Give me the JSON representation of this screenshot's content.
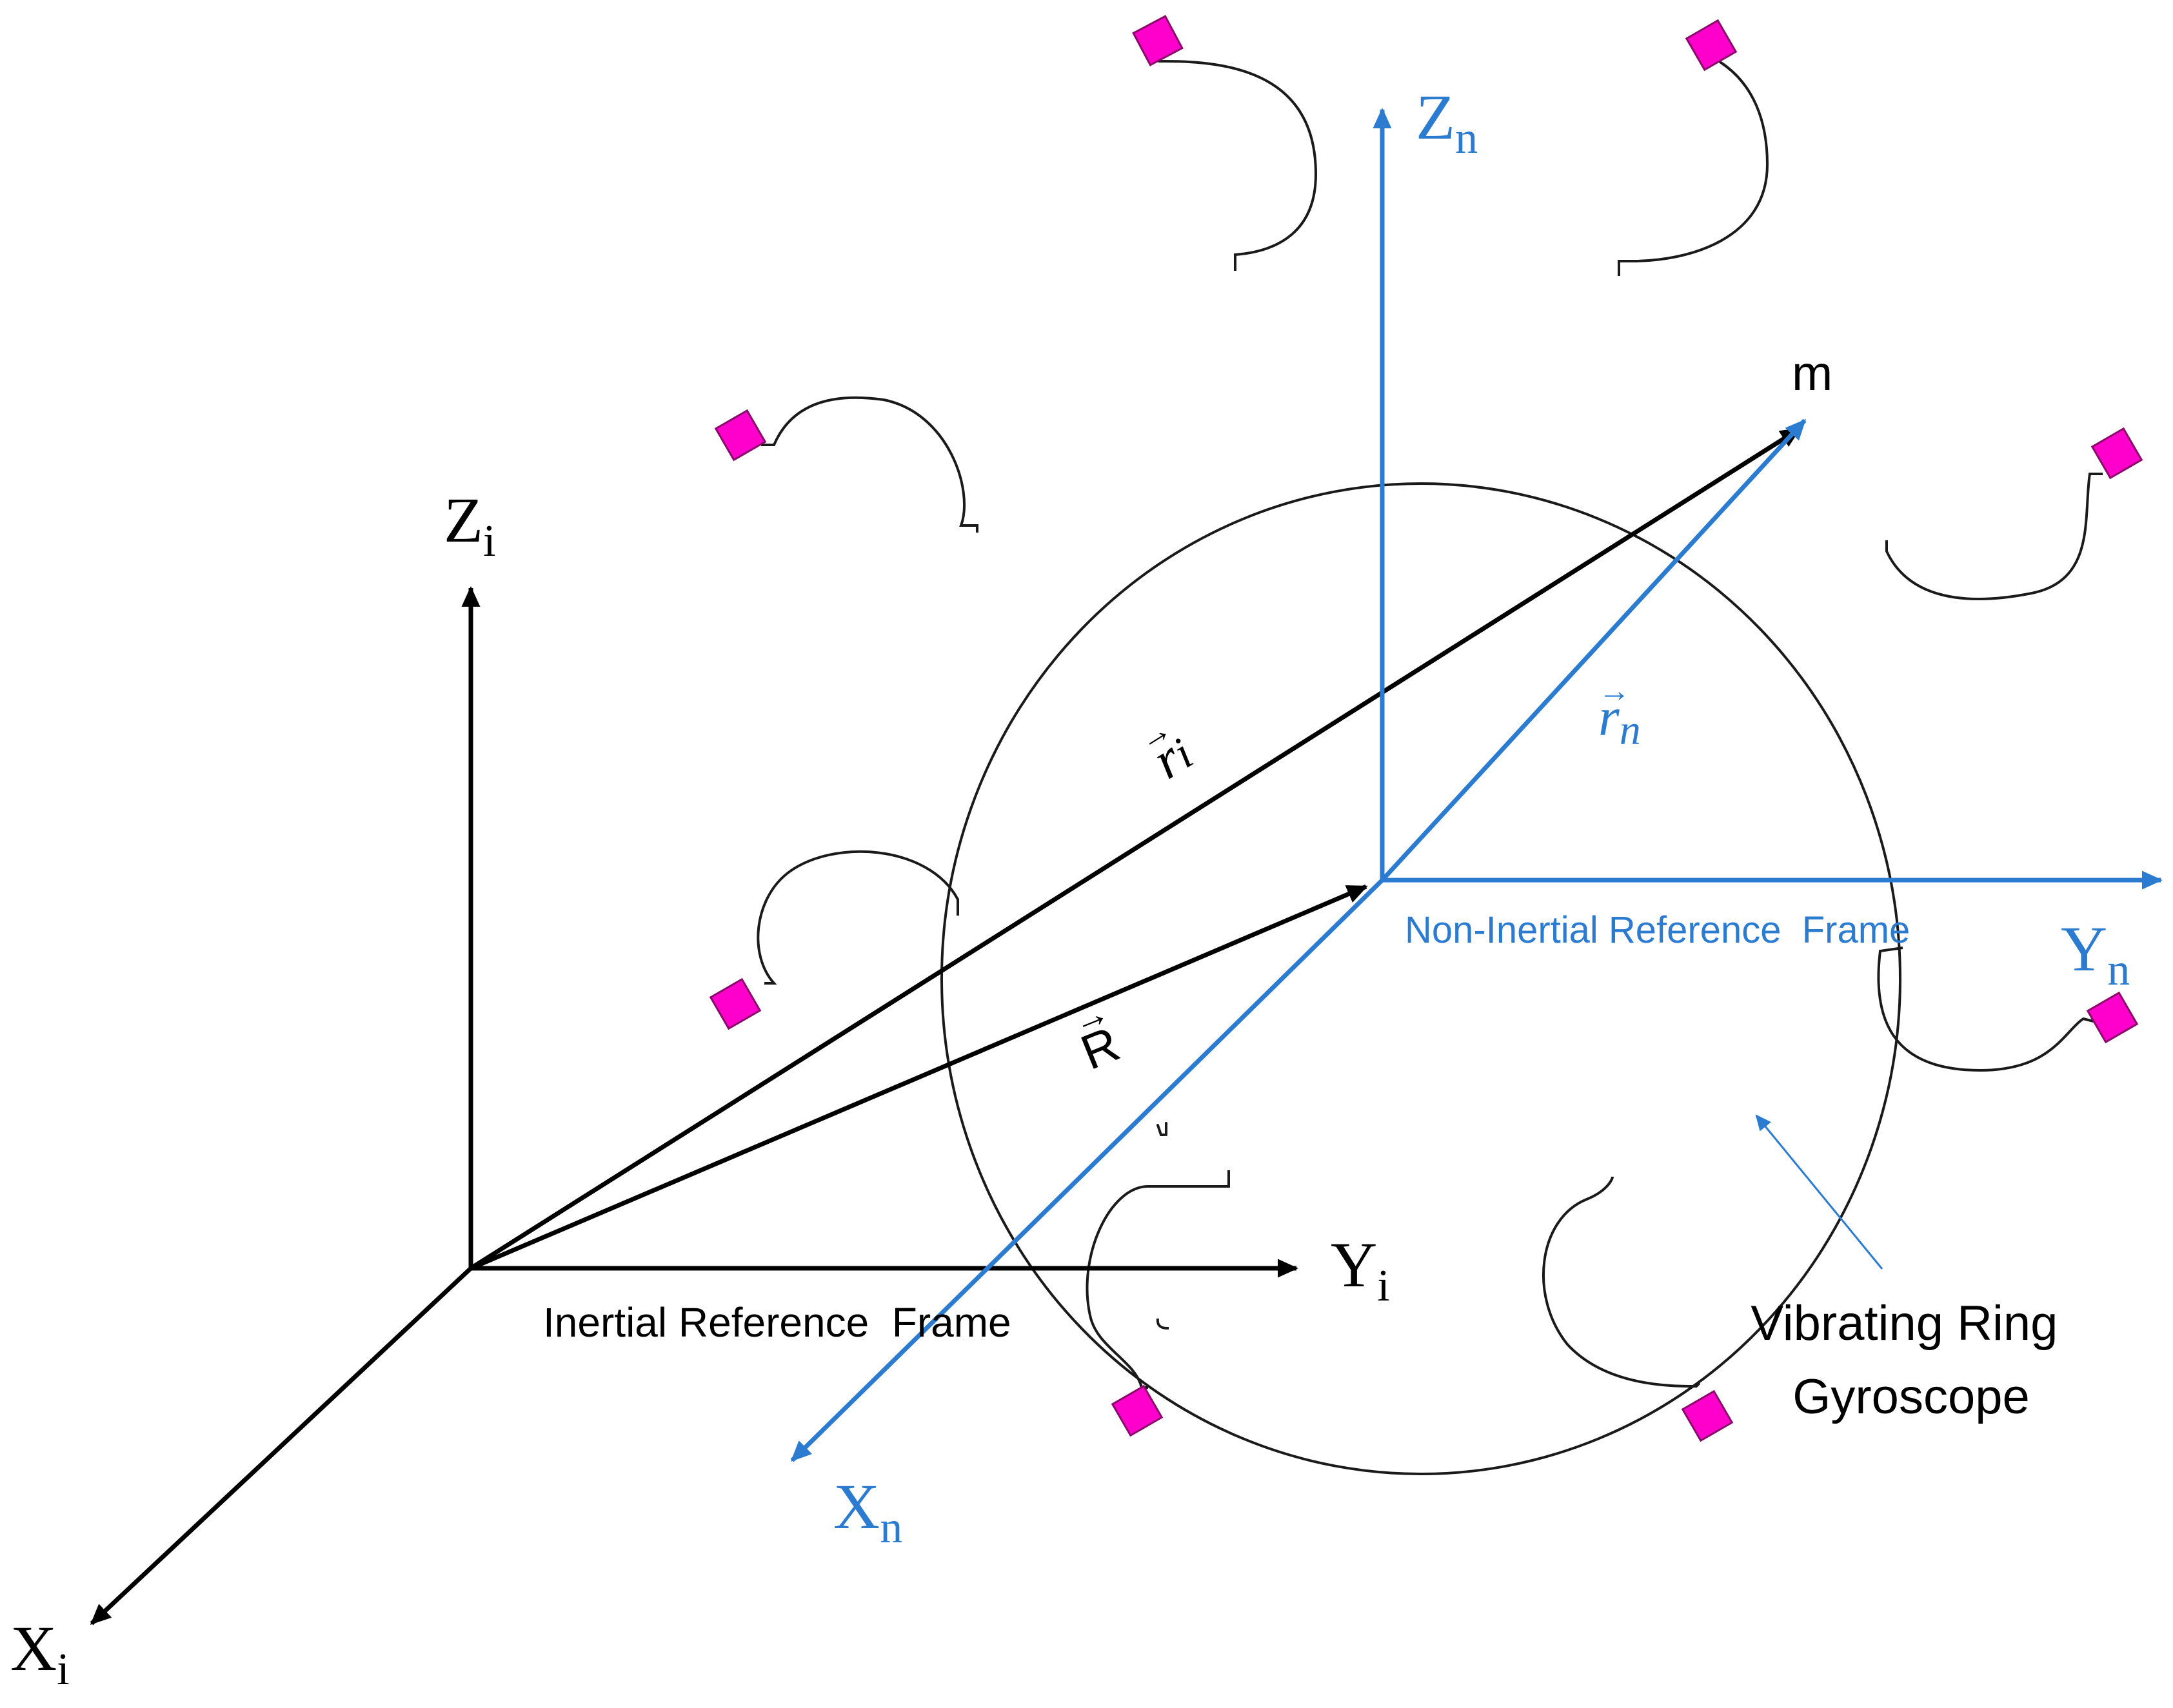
{
  "colors": {
    "inertial": "#000000",
    "non_inertial": "#2b7bd0",
    "ring": "#1a1a1a",
    "anchor": "#ff00cc"
  },
  "mass_label": "m",
  "inertial_frame": {
    "label": "Inertial Reference  Frame",
    "x_axis": {
      "letter": "X",
      "sub": "i"
    },
    "y_axis": {
      "letter": "Y",
      "sub": "i"
    },
    "z_axis": {
      "letter": "Z",
      "sub": "i"
    }
  },
  "non_inertial_frame": {
    "label": "Non-Inertial Reference  Frame",
    "x_axis": {
      "letter": "X",
      "sub": "n"
    },
    "y_axis": {
      "letter": "Y",
      "sub": "n"
    },
    "z_axis": {
      "letter": "Z",
      "sub": "n"
    }
  },
  "vectors": {
    "R": {
      "letter": "R",
      "arrow": "→"
    },
    "r_i": {
      "letter": "r",
      "sub": "i",
      "arrow": "→"
    },
    "r_n": {
      "letter": "r",
      "sub": "n",
      "arrow": "→"
    }
  },
  "gyroscope_label": {
    "line1": "Vibrating Ring",
    "line2": "Gyroscope"
  },
  "anchors": [
    {
      "name": "anchor-top-left-upper"
    },
    {
      "name": "anchor-top-right-upper"
    },
    {
      "name": "anchor-left-upper"
    },
    {
      "name": "anchor-right-upper"
    },
    {
      "name": "anchor-left-lower"
    },
    {
      "name": "anchor-right-lower"
    },
    {
      "name": "anchor-bottom-left"
    },
    {
      "name": "anchor-bottom-right"
    }
  ]
}
